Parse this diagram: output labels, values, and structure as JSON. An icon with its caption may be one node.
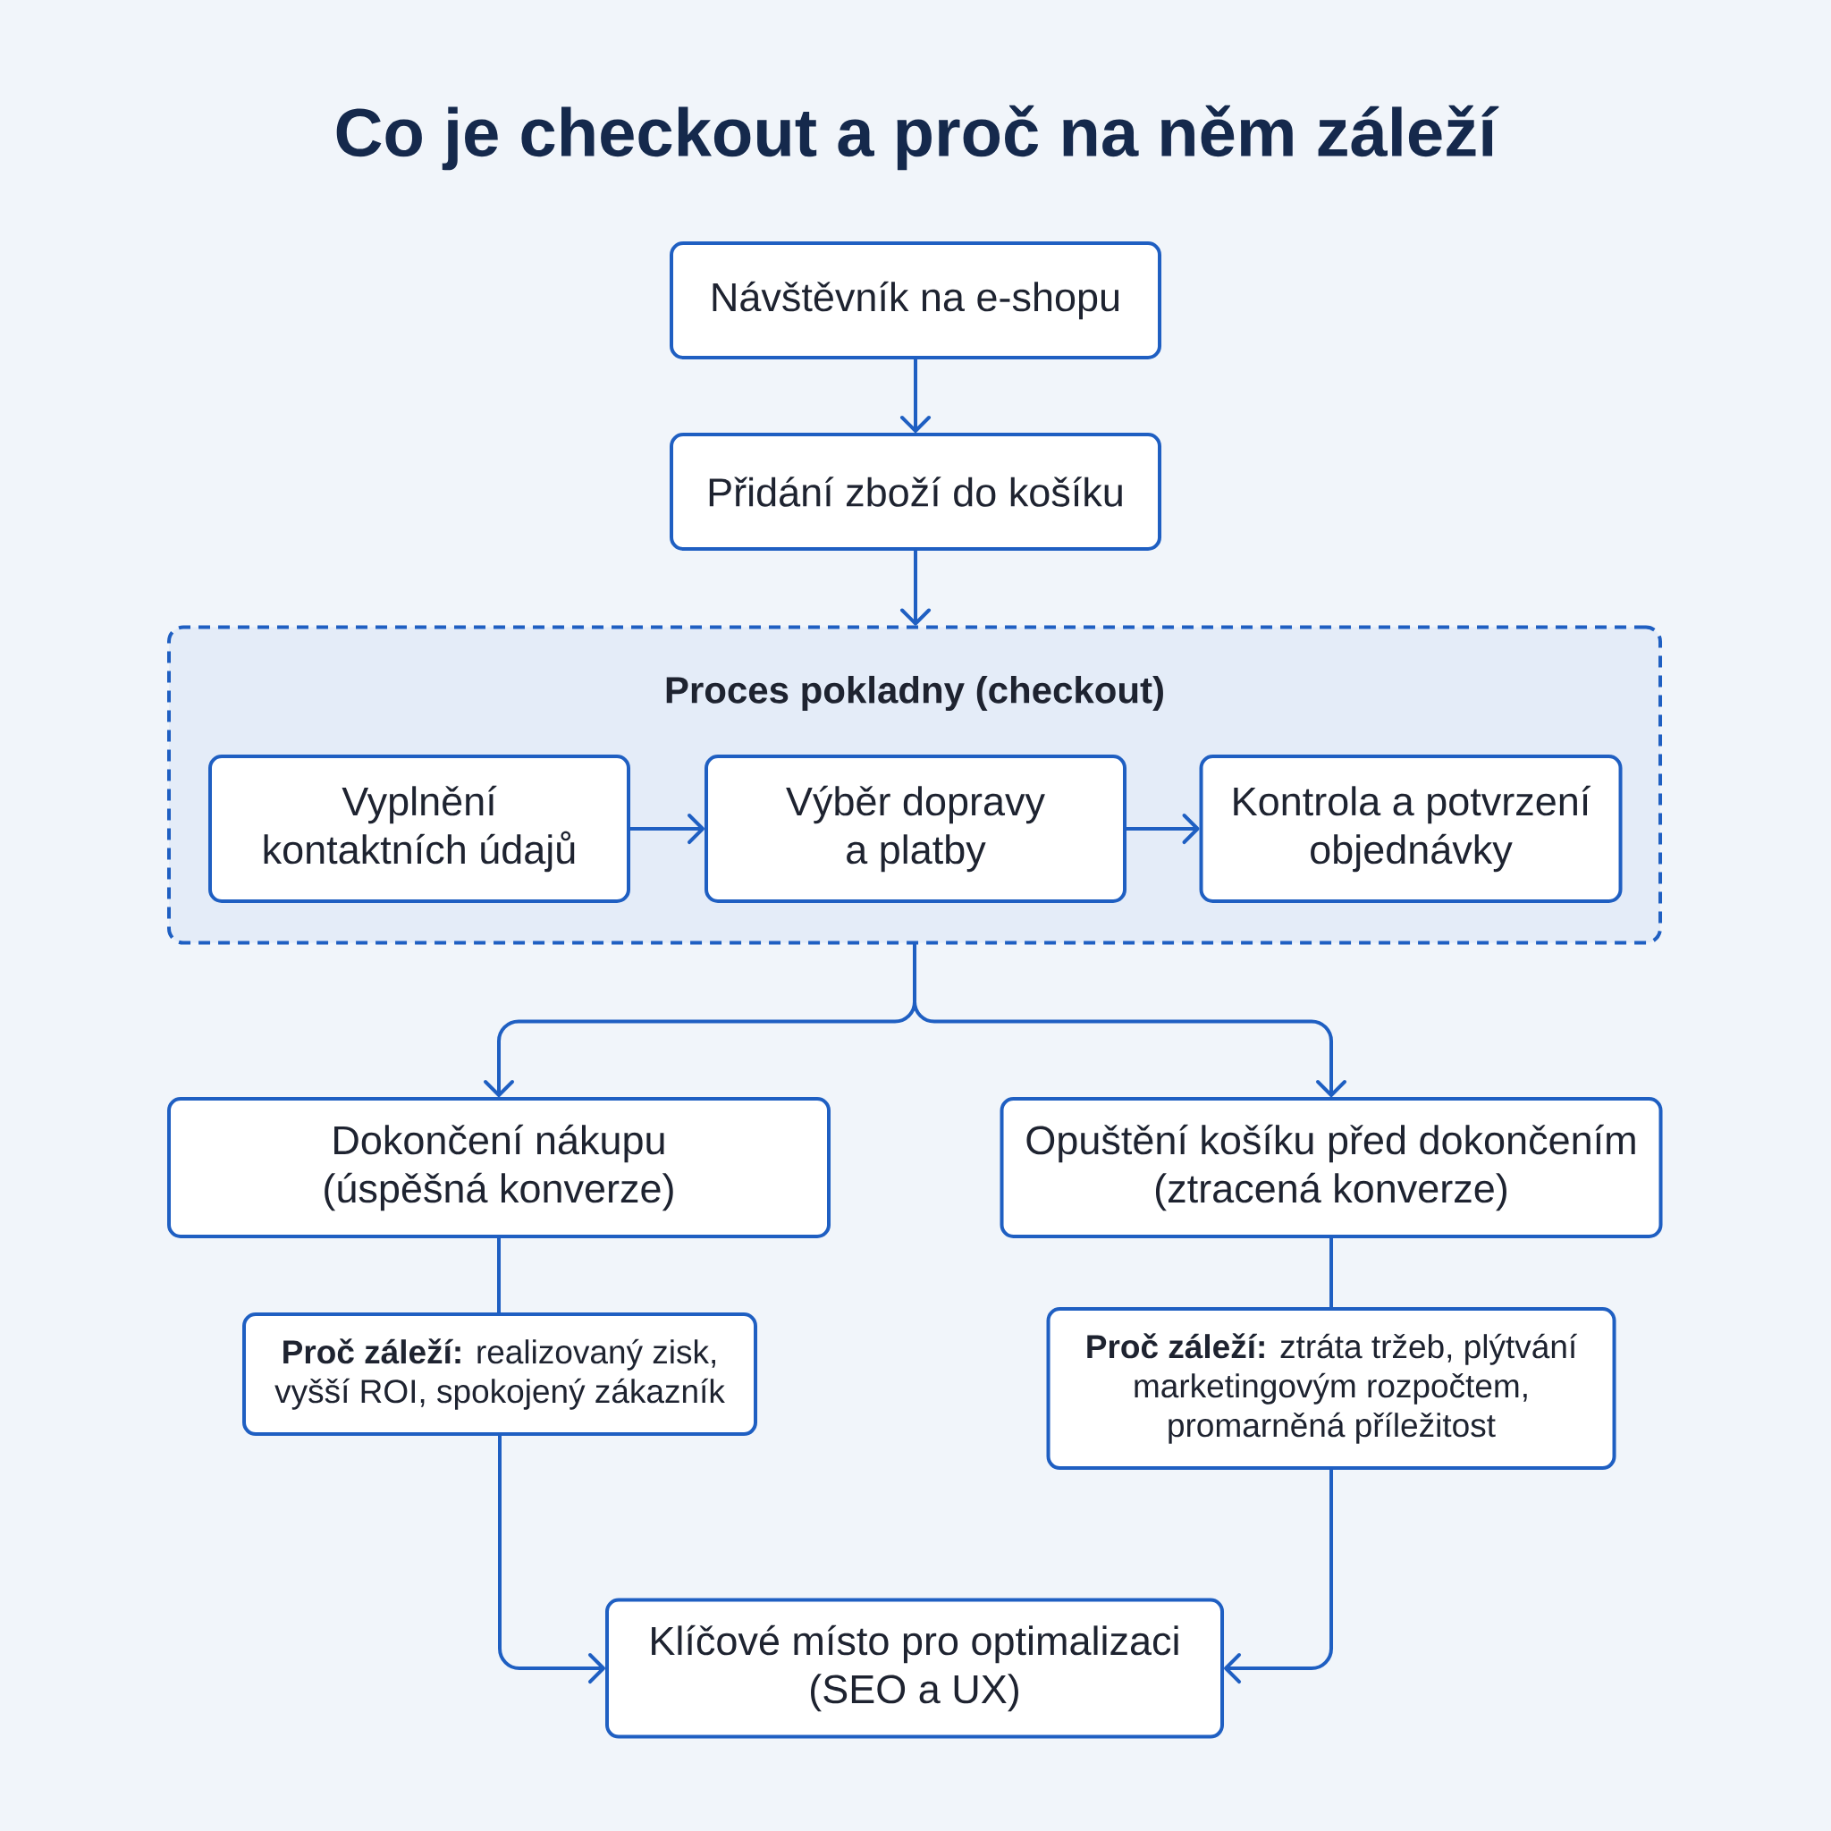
{
  "diagram": {
    "title": "Co je checkout a proč na něm záleží",
    "nodes": [
      {
        "text": [
          "Návštěvník na e-shopu"
        ]
      },
      {
        "text": [
          "Přidání zboží do košíku"
        ]
      },
      {
        "text": [
          "Proces pokladny (checkout)"
        ]
      },
      {
        "text": [
          "Vyplnění kontaktních údajů"
        ],
        "in": 2
      },
      {
        "text": [
          "Výběr dopravy a platby"
        ],
        "in": 2
      },
      {
        "text": [
          "Kontrola a potvrzení objednávky"
        ],
        "in": 2
      },
      {
        "text": [
          "Dokončení nákupu (úspěšná konverze)"
        ]
      },
      {
        "text": [
          "Opuštění košíku před dokončením (ztracená konverze)"
        ]
      },
      {
        "text": [
          "**Proč záleží:** realizovaný zisk, vyšší ROI, spokojený zákazník"
        ]
      },
      {
        "text": [
          "**Proč záleží:** ztráta tržeb, plýtvání marketingovým rozpočtem, promarněná příležitost"
        ]
      },
      {
        "text": [
          "Klíčové místo pro optimalizaci (SEO a UX)"
        ]
      }
    ],
    "edges": [
      {
        "from": 0,
        "to": 1,
        "arrow": "to"
      },
      {
        "from": 1,
        "to": 2,
        "arrow": "to"
      },
      {
        "from": 3,
        "to": 4,
        "arrow": "to"
      },
      {
        "from": 4,
        "to": 5,
        "arrow": "to"
      },
      {
        "from": 2,
        "to": 6,
        "arrow": "to"
      },
      {
        "from": 2,
        "to": 7,
        "arrow": "to"
      },
      {
        "from": 6,
        "to": 8,
        "arrow": "none"
      },
      {
        "from": 8,
        "to": 10,
        "arrow": "to"
      },
      {
        "from": 7,
        "to": 9,
        "arrow": "none"
      },
      {
        "from": 9,
        "to": 10,
        "arrow": "to"
      }
    ]
  }
}
